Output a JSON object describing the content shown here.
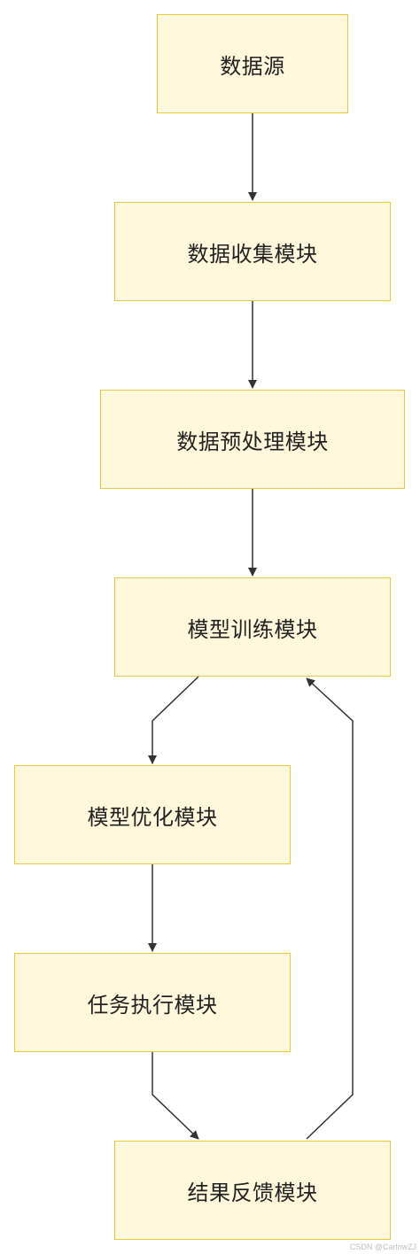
{
  "diagram": {
    "nodes": [
      {
        "id": "source",
        "label": "数据源"
      },
      {
        "id": "collect",
        "label": "数据收集模块"
      },
      {
        "id": "preprocess",
        "label": "数据预处理模块"
      },
      {
        "id": "train",
        "label": "模型训练模块"
      },
      {
        "id": "optimize",
        "label": "模型优化模块"
      },
      {
        "id": "execute",
        "label": "任务执行模块"
      },
      {
        "id": "feedback",
        "label": "结果反馈模块"
      }
    ],
    "edges": [
      {
        "from": "source",
        "to": "collect"
      },
      {
        "from": "collect",
        "to": "preprocess"
      },
      {
        "from": "preprocess",
        "to": "train"
      },
      {
        "from": "train",
        "to": "optimize"
      },
      {
        "from": "optimize",
        "to": "execute"
      },
      {
        "from": "execute",
        "to": "feedback"
      },
      {
        "from": "feedback",
        "to": "train"
      }
    ],
    "colors": {
      "node_fill": "#fff8dc",
      "node_border": "#f0c63a",
      "edge": "#333333",
      "text": "#222222"
    }
  },
  "watermark": "CSDN @CarlowZJ"
}
